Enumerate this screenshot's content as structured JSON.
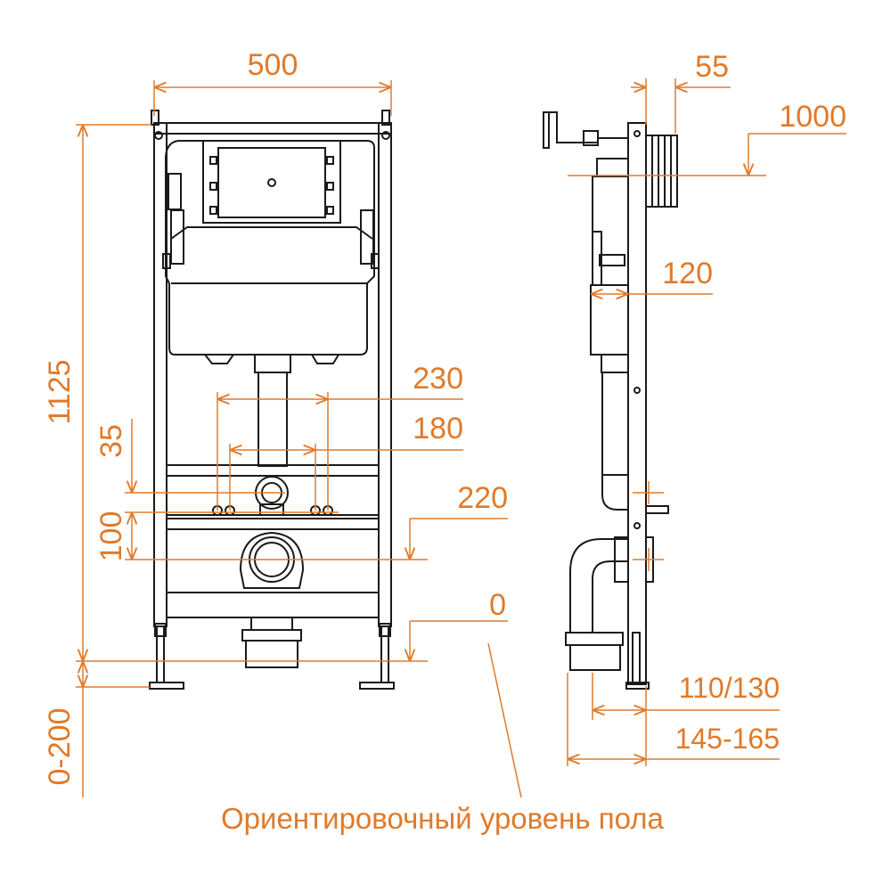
{
  "colors": {
    "dimension": "#e07a2a",
    "line": "#1a1a1a",
    "background": "#ffffff"
  },
  "dimensions": {
    "frame_width": "500",
    "height_top": "1125",
    "floor_range": "0-200",
    "offset_35": "35",
    "offset_100": "100",
    "spacing_230": "230",
    "spacing_180": "180",
    "outlet_height": "220",
    "floor_zero": "0",
    "depth_55": "55",
    "flush_height": "1000",
    "depth_120": "120",
    "pipe_110_130": "110/130",
    "depth_145_165": "145-165"
  },
  "floor_note": "Ориентировочный уровень пола"
}
